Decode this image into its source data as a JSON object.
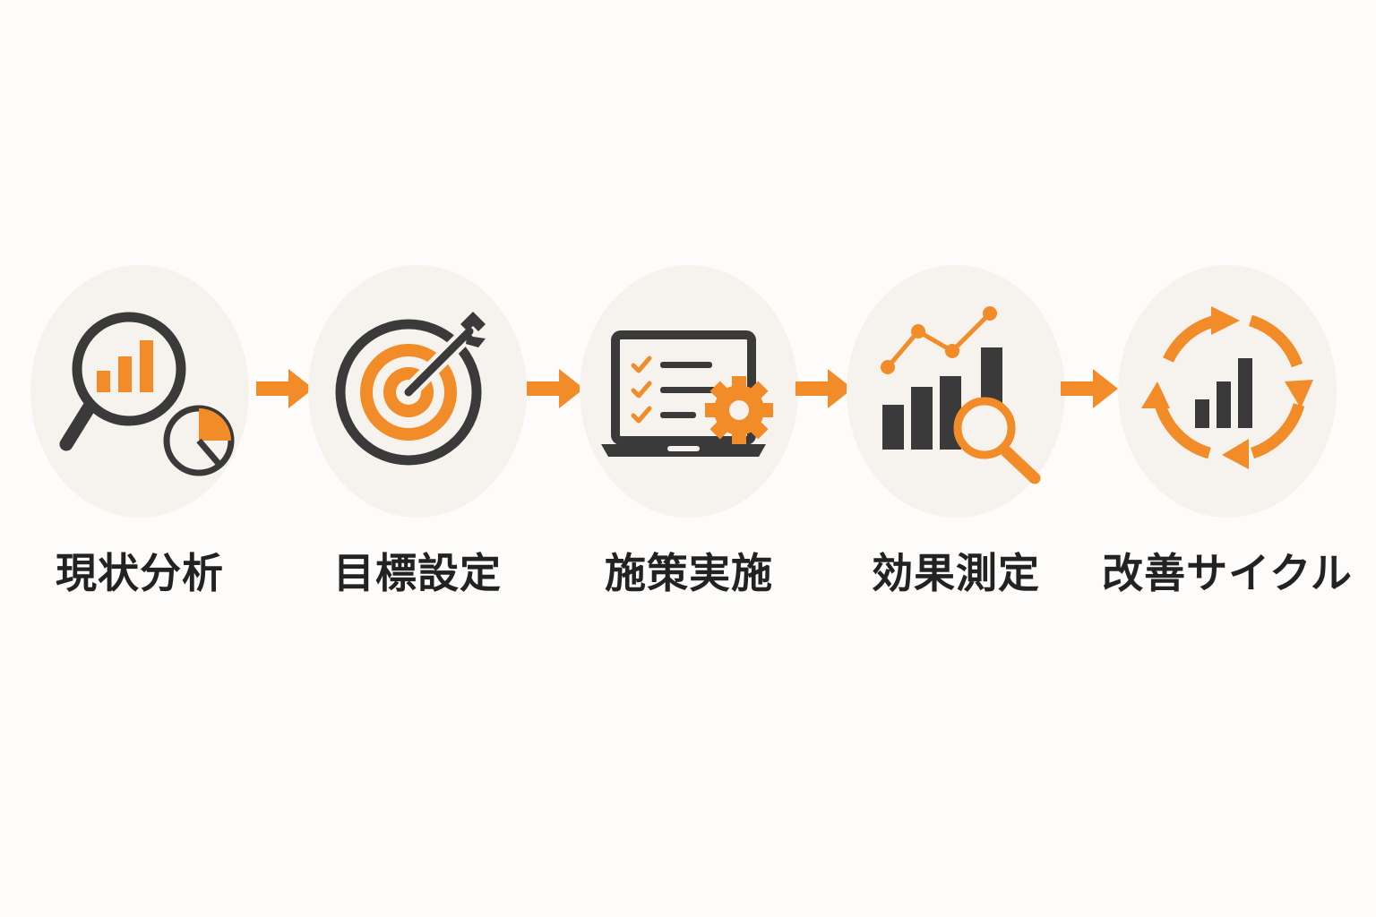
{
  "colors": {
    "accent": "#f28c28",
    "dark": "#3a3a3a",
    "circle_bg": "#f6f3ee",
    "text": "#222222"
  },
  "steps": [
    {
      "label": "現状分析",
      "icon": "magnifier-bar-chart-pie-icon"
    },
    {
      "label": "目標設定",
      "icon": "target-arrow-icon"
    },
    {
      "label": "施策実施",
      "icon": "laptop-checklist-gear-icon"
    },
    {
      "label": "効果測定",
      "icon": "bar-chart-trend-magnifier-icon"
    },
    {
      "label": "改善サイクル",
      "icon": "cycle-arrows-bar-chart-icon"
    }
  ],
  "connector_icon": "arrow-right-icon"
}
